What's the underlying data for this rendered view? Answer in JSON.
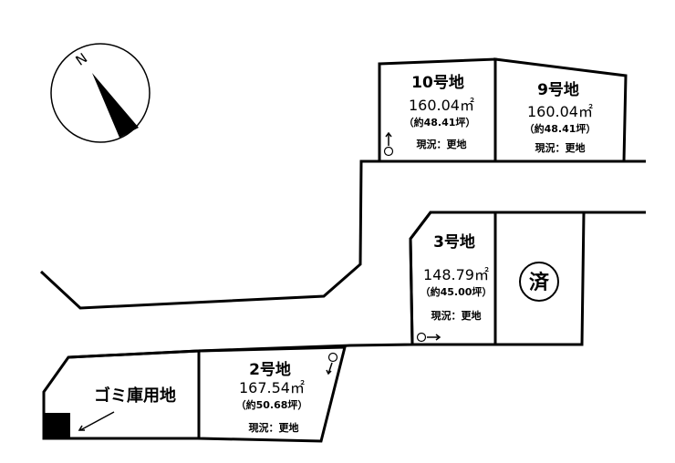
{
  "compass": {
    "north_label": "N"
  },
  "lots": [
    {
      "id": "10",
      "name": "10号地",
      "area": "160.04㎡",
      "tsubo": "（約48.41坪）",
      "status": "現況：更地"
    },
    {
      "id": "9",
      "name": "9号地",
      "area": "160.04㎡",
      "tsubo": "（約48.41坪）",
      "status": "現況：更地"
    },
    {
      "id": "3",
      "name": "3号地",
      "area": "148.79㎡",
      "tsubo": "（約45.00坪）",
      "status": "現況：更地"
    },
    {
      "id": "2",
      "name": "2号地",
      "area": "167.54㎡",
      "tsubo": "（約50.68坪）",
      "status": "現況：更地"
    }
  ],
  "garbage_area": {
    "label": "ゴミ庫用地"
  },
  "sold_badge": {
    "char": "済"
  }
}
